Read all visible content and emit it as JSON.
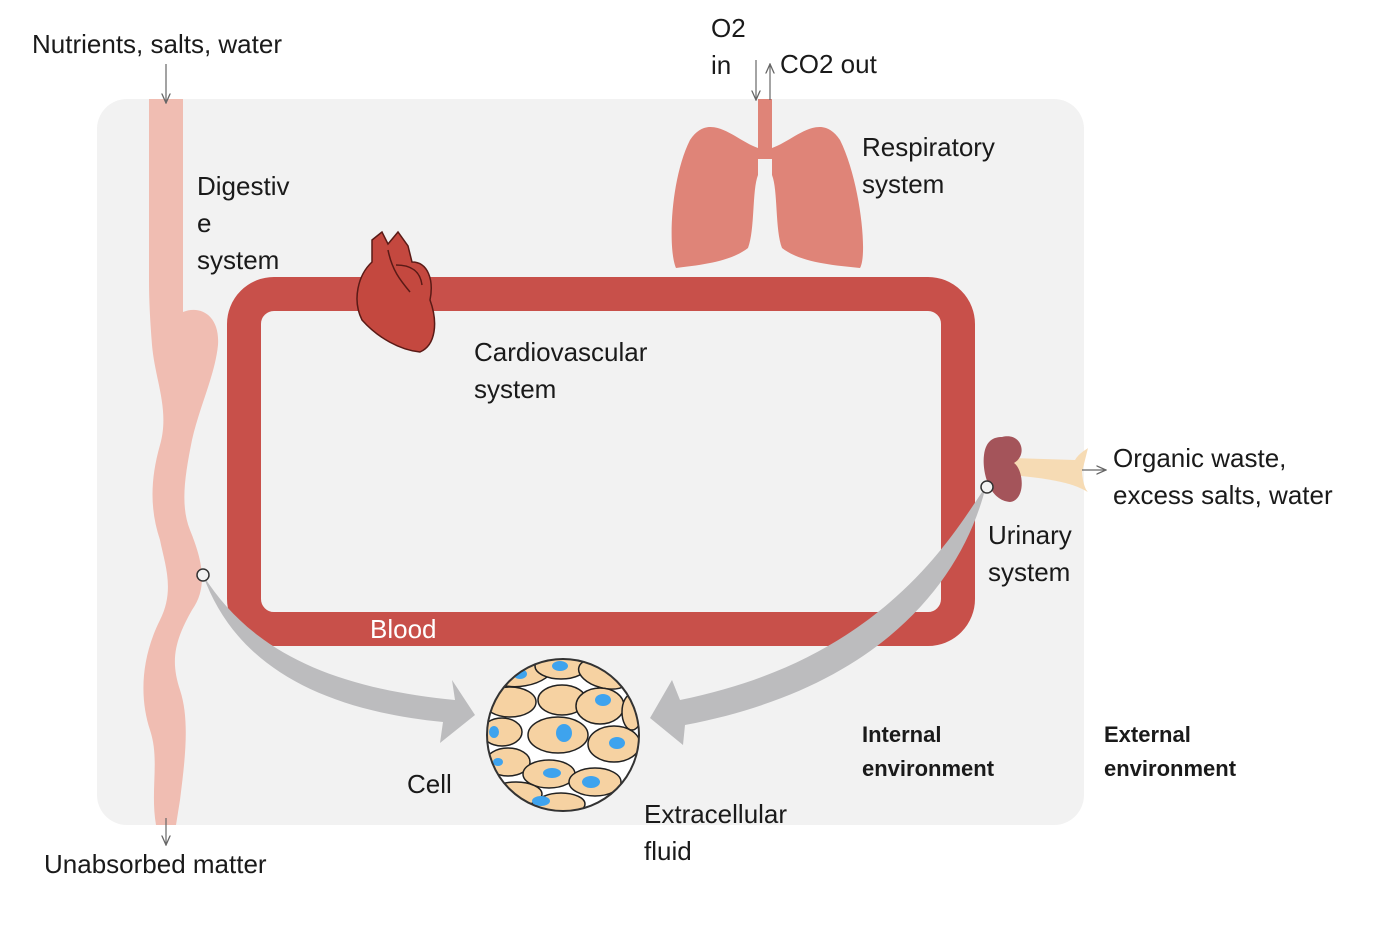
{
  "labels": {
    "nutrients": "Nutrients, salts, water",
    "o2": [
      "O2",
      "in"
    ],
    "co2": "CO2 out",
    "respiratory": [
      "Respiratory",
      "system"
    ],
    "digestive": [
      "Digestiv",
      "e",
      "system"
    ],
    "cardiovascular": [
      "Cardiovascular",
      "system"
    ],
    "organic_waste": [
      "Organic waste,",
      "excess salts, water"
    ],
    "urinary": [
      "Urinary",
      "system"
    ],
    "blood": "Blood",
    "internal": [
      "Internal",
      "environment"
    ],
    "external": [
      "External",
      "environment"
    ],
    "cell": "Cell",
    "extracellular": [
      "Extracellular",
      "fluid"
    ],
    "unabsorbed": "Unabsorbed matter"
  },
  "colors": {
    "internal_bg": "#f2f2f2",
    "blood_vessel": "#c8504a",
    "digestive_tract": "#f0bdb2",
    "lungs": "#df8478",
    "heart": "#c4483f",
    "kidney": "#a4545a",
    "ureter": "#f6dbb4",
    "flow_arrow": "#bcbcbe",
    "cell_fill": "#f6d2a2",
    "cell_nucleus": "#3ea3ee"
  }
}
